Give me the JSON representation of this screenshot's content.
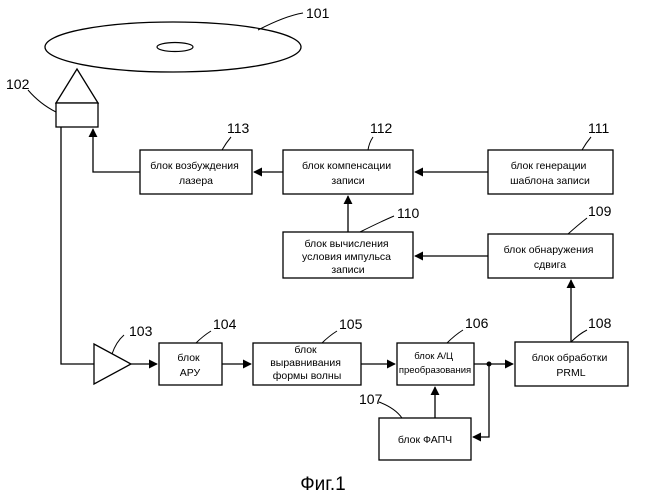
{
  "blocks": {
    "b104": {
      "ref": "104",
      "lines": [
        "блок",
        "АРУ"
      ]
    },
    "b105": {
      "ref": "105",
      "lines": [
        "блок",
        "выравнивания",
        "формы волны"
      ]
    },
    "b106": {
      "ref": "106",
      "lines": [
        "блок А/Ц",
        "преобразования"
      ]
    },
    "b107": {
      "ref": "107",
      "lines": [
        "блок ФАПЧ"
      ]
    },
    "b108": {
      "ref": "108",
      "lines": [
        "блок обработки",
        "PRML"
      ]
    },
    "b109": {
      "ref": "109",
      "lines": [
        "блок обнаружения",
        "сдвига"
      ]
    },
    "b110": {
      "ref": "110",
      "lines": [
        "блок вычисления",
        "условия импульса",
        "записи"
      ]
    },
    "b111": {
      "ref": "111",
      "lines": [
        "блок генерации",
        "шаблона записи"
      ]
    },
    "b112": {
      "ref": "112",
      "lines": [
        "блок компенсации",
        "записи"
      ]
    },
    "b113": {
      "ref": "113",
      "lines": [
        "блок возбуждения",
        "лазера"
      ]
    }
  },
  "components": {
    "disc": {
      "ref": "101"
    },
    "optical_head": {
      "ref": "102"
    },
    "amplifier": {
      "ref": "103"
    }
  },
  "caption": "Фиг.1"
}
